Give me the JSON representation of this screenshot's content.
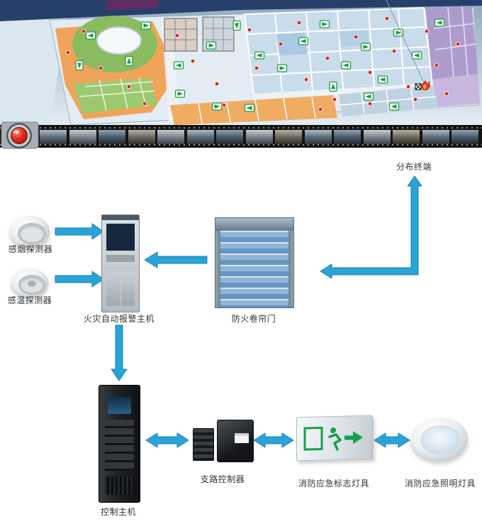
{
  "colors": {
    "arrow": "#2aa3d8",
    "alarm_dot": "#d42a22",
    "evac_arrow": "#1d9a44",
    "map_orange_zone": "#efa45a",
    "map_green_zone": "#8abb5e",
    "map_room_zone": "#c9dcec",
    "map_purple_zone": "#ae9bce",
    "door_blue": "#7ea3c4"
  },
  "labels": {
    "distributed_terminal": "分布终端",
    "smoke_detector": "感烟探测器",
    "heat_detector": "感温探测器",
    "fire_alarm_host": "火灾自动报警主机",
    "fire_shutter_door": "防火卷帘门",
    "control_host": "控制主机",
    "branch_controller": "支路控制器",
    "emergency_sign_lamp": "消防应急标志灯具",
    "emergency_light_lamp": "消防应急照明灯具"
  }
}
